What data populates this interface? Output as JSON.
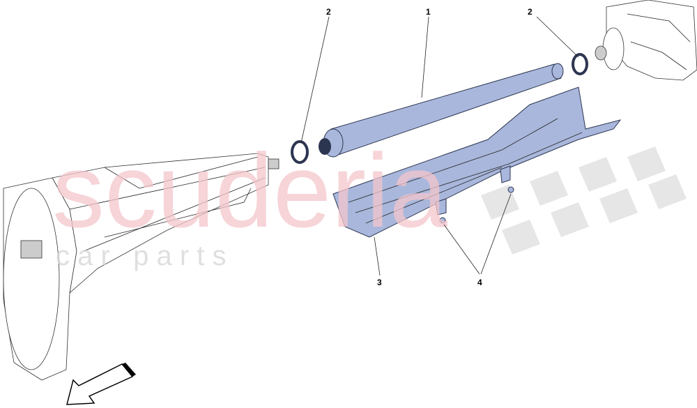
{
  "watermark": {
    "brand": "scuderia",
    "sub": "c a r   p a r t s",
    "color": "#f4c6cc"
  },
  "callouts": [
    {
      "id": "callout-1",
      "label": "1"
    },
    {
      "id": "callout-2-left",
      "label": "2"
    },
    {
      "id": "callout-2-right",
      "label": "2"
    },
    {
      "id": "callout-3",
      "label": "3"
    },
    {
      "id": "callout-4",
      "label": "4"
    }
  ],
  "colors": {
    "part_fill": "#a9b7dc",
    "outline": "#333333"
  },
  "icons": {
    "direction_arrow": "arrow-down-left-icon"
  }
}
